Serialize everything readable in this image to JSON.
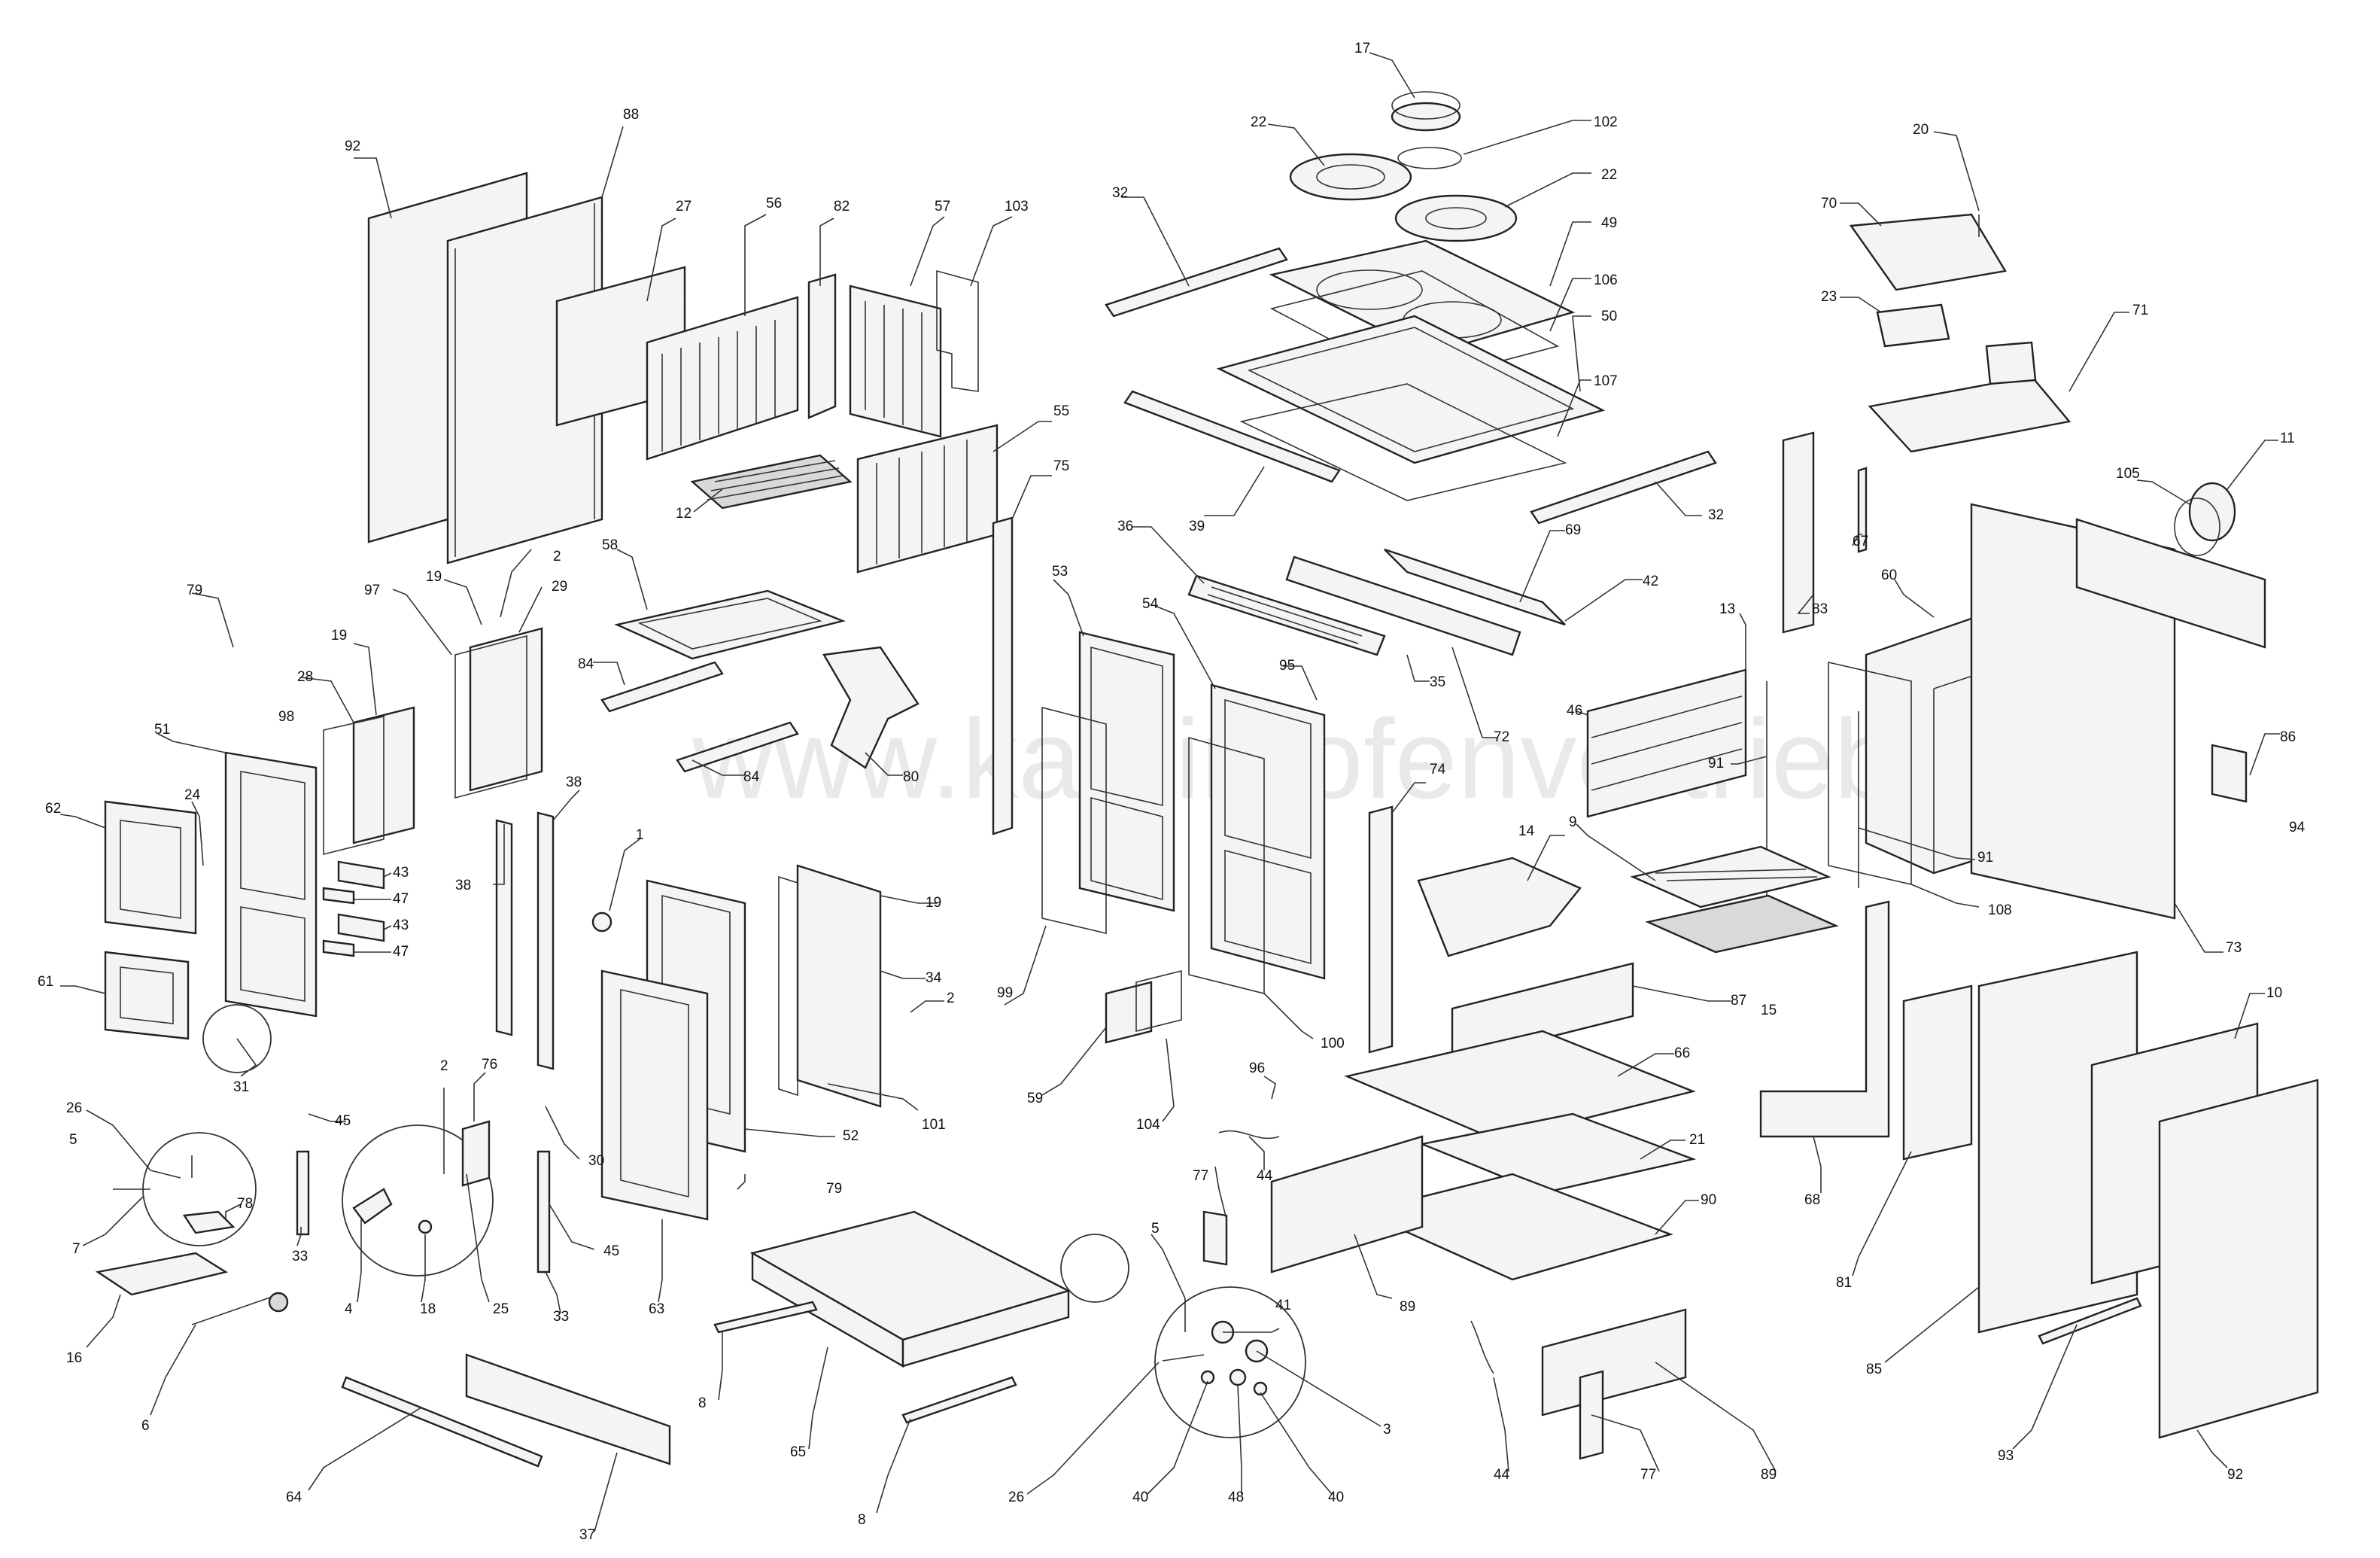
{
  "watermark": "www.kamin-ofenvertrieb.de",
  "part_numbers": {
    "n92a": "92",
    "n88": "88",
    "n27": "27",
    "n56": "56",
    "n82": "82",
    "n57": "57",
    "n103": "103",
    "n12": "12",
    "n55": "55",
    "n75": "75",
    "n17": "17",
    "n22a": "22",
    "n102": "102",
    "n22b": "22",
    "n49": "49",
    "n106": "106",
    "n50": "50",
    "n107": "107",
    "n32a": "32",
    "n39": "39",
    "n32b": "32",
    "n20": "20",
    "n70": "70",
    "n23": "23",
    "n71": "71",
    "n11": "11",
    "n105": "105",
    "n79a": "79",
    "n19a": "19",
    "n2a": "2",
    "n29": "29",
    "n58": "58",
    "n97": "97",
    "n19b": "19",
    "n28": "28",
    "n98": "98",
    "n84a": "84",
    "n84b": "84",
    "n80": "80",
    "n36": "36",
    "n69": "69",
    "n42": "42",
    "n95": "95",
    "n35": "35",
    "n72": "72",
    "n53": "53",
    "n54": "54",
    "n74": "74",
    "n83": "83",
    "n67": "67",
    "n60": "60",
    "n86": "86",
    "n13": "13",
    "n46": "46",
    "n91a": "91",
    "n94": "94",
    "n51": "51",
    "n62": "62",
    "n24": "24",
    "n43a": "43",
    "n47a": "47",
    "n43b": "43",
    "n47b": "47",
    "n38a": "38",
    "n38b": "38",
    "n1": "1",
    "n19c": "19",
    "n34": "34",
    "n2b": "2",
    "n14": "14",
    "n9": "9",
    "n108": "108",
    "n91b": "91",
    "n73": "73",
    "n61": "61",
    "n31": "31",
    "n45a": "45",
    "n2c": "2",
    "n76": "76",
    "n30": "30",
    "n45b": "45",
    "n99": "99",
    "n59": "59",
    "n104": "104",
    "n100": "100",
    "n52": "52",
    "n101": "101",
    "n96": "96",
    "n44a": "44",
    "n15": "15",
    "n87": "87",
    "n66": "66",
    "n21": "21",
    "n90": "90",
    "n10": "10",
    "n68": "68",
    "n81": "81",
    "n85": "85",
    "n93": "93",
    "n92b": "92",
    "n26a": "26",
    "n5a": "5",
    "n7": "7",
    "n78": "78",
    "n33a": "33",
    "n4": "4",
    "n18": "18",
    "n25": "25",
    "n33b": "33",
    "n63": "63",
    "n79b": "79",
    "n77a": "77",
    "n89a": "89",
    "n16": "16",
    "n6": "6",
    "n64": "64",
    "n37": "37",
    "n8a": "8",
    "n65": "65",
    "n8b": "8",
    "n5b": "5",
    "n41": "41",
    "n3": "3",
    "n26b": "26",
    "n40a": "40",
    "n48": "48",
    "n40b": "40",
    "n44b": "44",
    "n77b": "77",
    "n89b": "89"
  }
}
